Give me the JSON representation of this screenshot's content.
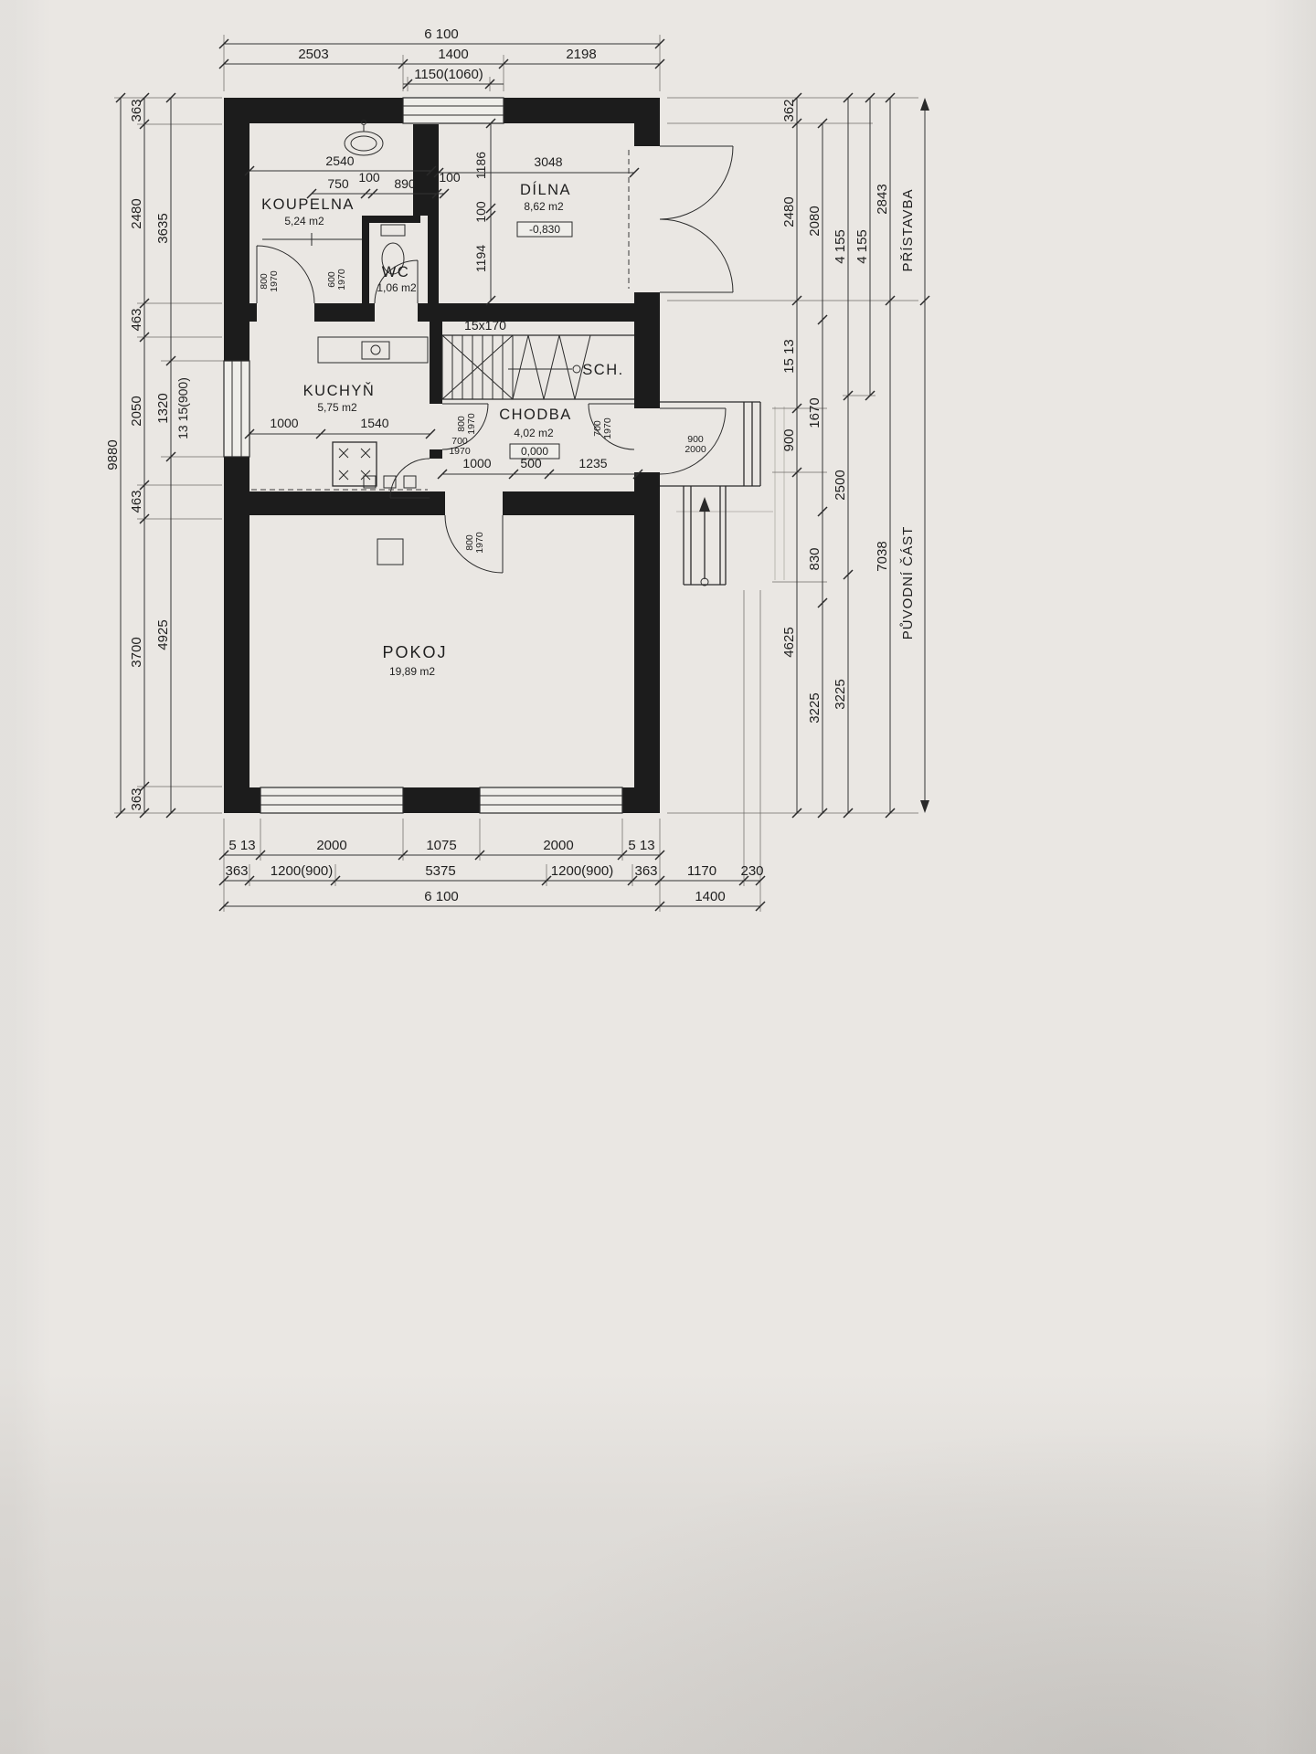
{
  "rooms": {
    "koupelna": {
      "name": "KOUPELNA",
      "area": "5,24 m2"
    },
    "wc": {
      "name": "WC",
      "area": "1,06 m2"
    },
    "dilna": {
      "name": "DÍLNA",
      "area": "8,62 m2",
      "level": "-0,830"
    },
    "kuchyn": {
      "name": "KUCHYŇ",
      "area": "5,75 m2"
    },
    "chodba": {
      "name": "CHODBA",
      "area": "4,02 m2",
      "level": "0,000"
    },
    "sch": {
      "name": "SCH.",
      "stairs": "15x170"
    },
    "pokoj": {
      "name": "POKOJ",
      "area": "19,89 m2"
    }
  },
  "doors": {
    "koupelna": {
      "w": "800",
      "h": "1970"
    },
    "wc": {
      "w": "600",
      "h": "1970"
    },
    "kuchyn_chodba": {
      "w": "800",
      "h": "1970"
    },
    "kuchyn2": {
      "w": "700",
      "h": "1970"
    },
    "chodba_sch": {
      "w": "700",
      "h": "1970"
    },
    "vstup": {
      "w": "900",
      "h": "2000"
    },
    "pokoj": {
      "w": "800",
      "h": "1970"
    }
  },
  "dims": {
    "top": {
      "overall": "6 100",
      "s1": "2503",
      "s2": "1400",
      "s3": "2198",
      "window": "1150(1060)"
    },
    "bottom": {
      "row1": [
        "5 13",
        "2000",
        "1075",
        "2000",
        "5 13"
      ],
      "row2": [
        "363",
        "1200(900)",
        "5375",
        "1200(900)",
        "363",
        "1170",
        "230"
      ],
      "row3": [
        "6 100",
        "1400"
      ]
    },
    "left": {
      "overall": "9880",
      "mid": [
        "3635",
        "1320",
        "4925"
      ],
      "window": "13 15(900)",
      "inner": [
        "363",
        "2480",
        "463",
        "2050",
        "463",
        "3700",
        "363"
      ]
    },
    "right": {
      "inner": [
        "362",
        "2480",
        "15 13",
        "900",
        "4625"
      ],
      "mid": [
        "2080",
        "1670",
        "830",
        "3225"
      ],
      "col3": [
        "4 155",
        "2500",
        "3225"
      ],
      "col4": [
        "4 155"
      ],
      "col5": [
        "2843",
        "7038"
      ]
    },
    "interior": {
      "koupelna_width": "2540",
      "partition": [
        "750",
        "100",
        "890",
        "100"
      ],
      "dilna_width": "3048",
      "dilna_vert": [
        "1186",
        "100",
        "1194"
      ],
      "kuchyn": [
        "1000",
        "1540"
      ],
      "chodba": [
        "1000",
        "500",
        "1235"
      ]
    }
  },
  "zones": {
    "top": "PŘÍSTAVBA",
    "bottom": "PŮVODNÍ ČÁST"
  }
}
